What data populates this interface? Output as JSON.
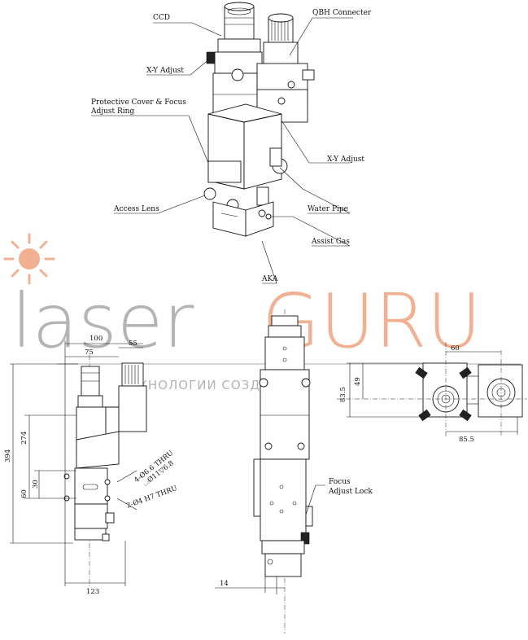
{
  "callouts": {
    "ccd": "CCD",
    "qbh_connecter": "QBH Connecter",
    "xy_adjust_left": "X-Y Adjust",
    "protective_cover_line1": "Protective Cover & Focus",
    "protective_cover_line2": "Adjust Ring",
    "xy_adjust_right": "X-Y Adjust",
    "water_pipe": "Water Pipe",
    "access_lens": "Access Lens",
    "assist_gas": "Assist Gas",
    "aka": "AKA",
    "focus_adjust_lock_line1": "Focus",
    "focus_adjust_lock_line2": "Adjust Lock"
  },
  "dimensions": {
    "front_width_100": "100",
    "front_width_75": "75",
    "front_width_55": "55",
    "front_height_394": "394",
    "front_height_274": "274",
    "front_height_30": "30",
    "front_height_60": "60",
    "front_base_123": "123",
    "side_offset_14": "14",
    "top_width_60": "60",
    "top_height_49": "49",
    "top_height_83_5": "83.5",
    "top_width_85_5": "85.5"
  },
  "hole_notes": {
    "note1": "4-Ø6.6 THRU",
    "note2": "⌴Ø11▽6.8",
    "note3": "2-Ø4  H7  THRU"
  },
  "watermark": {
    "word_grey": "laser",
    "word_orange": "GURU",
    "subtitle": "ТЕХНОЛОГИИ СОЗДАНИЯ"
  },
  "colors": {
    "watermark_grey": "#a8a8a8",
    "watermark_orange": "#f0a37f",
    "line": "#111111"
  }
}
